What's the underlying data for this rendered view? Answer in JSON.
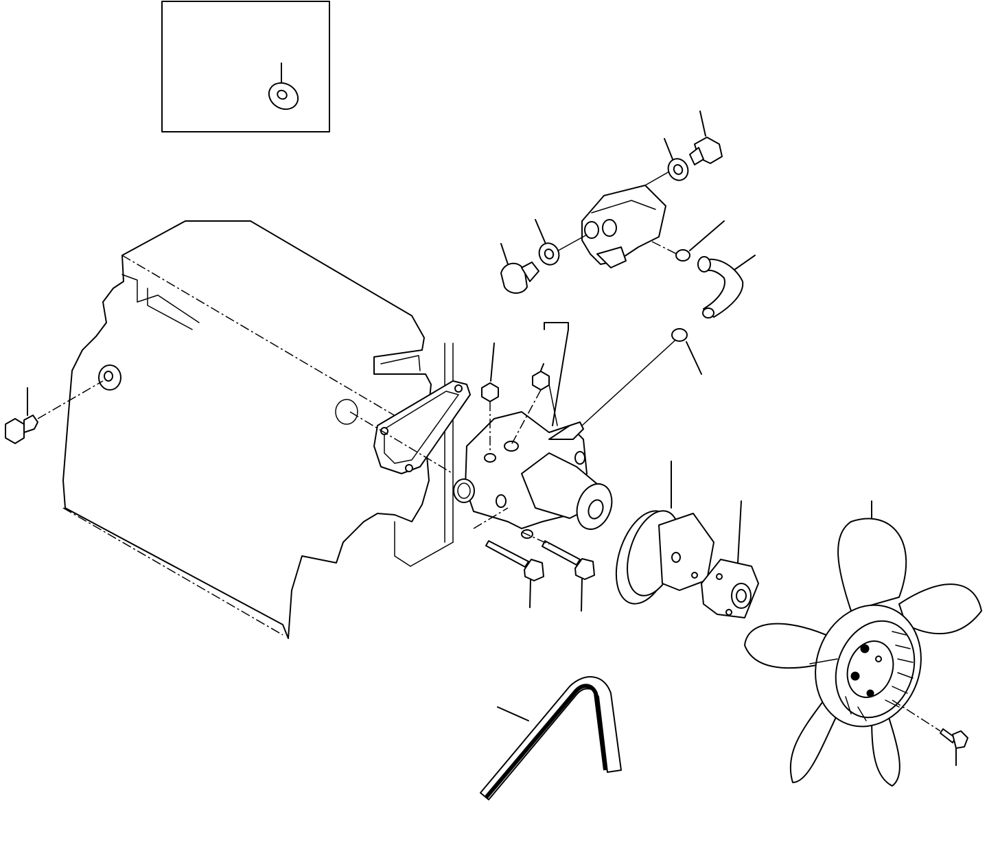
{
  "diagram": {
    "type": "exploded-parts-view",
    "line_color": "#000000",
    "background": "#ffffff",
    "parts": [
      "inset-washer",
      "cylinder-block",
      "drain-plug",
      "water-pump-gasket",
      "water-pump",
      "nut-1",
      "nut-2",
      "pump-bolt-1",
      "pump-bolt-2",
      "thermostat-housing",
      "housing-plug-left",
      "housing-washer-left",
      "housing-washer-right",
      "housing-plug-right",
      "hose-clamp-upper",
      "bypass-hose",
      "hose-clamp-lower",
      "fan-pulley",
      "fan-spacer",
      "cooling-fan",
      "fan-bolt",
      "fan-belt"
    ]
  }
}
